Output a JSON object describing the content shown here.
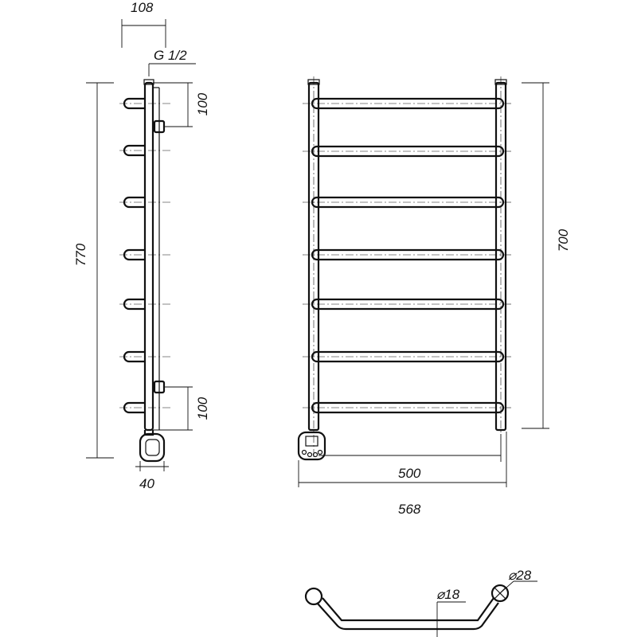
{
  "drawing": {
    "side_view": {
      "top_offset": "108",
      "thread": "G 1/2",
      "connection_top": "100",
      "connection_bottom": "100",
      "total_height": "770",
      "depth": "40"
    },
    "front_view": {
      "center_distance": "500",
      "total_width": "568",
      "height": "700"
    },
    "section_view": {
      "tube_diameter": "⌀18",
      "pipe_diameter": "⌀28"
    }
  }
}
